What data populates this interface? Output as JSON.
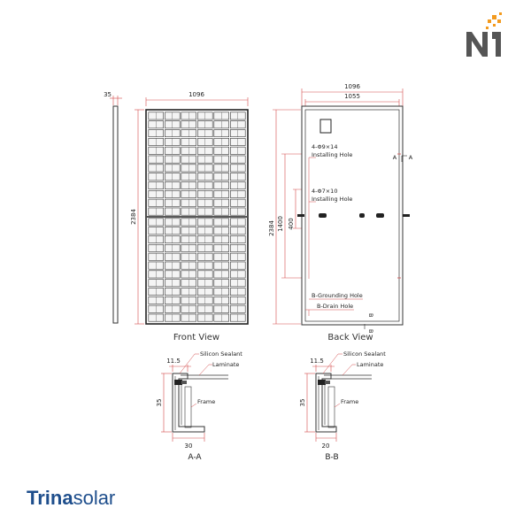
{
  "side": {
    "thickness": "35"
  },
  "front": {
    "width": "1096",
    "height": "2384",
    "title": "Front View"
  },
  "back": {
    "width_outer": "1096",
    "width_inner": "1055",
    "height": "2384",
    "hole_spacing": "1400",
    "lower_spacing": "400",
    "installing_hole_1_spec": "4-Φ9×14",
    "installing_hole_1_label": "Installing Hole",
    "installing_hole_2_spec": "4-Φ7×10",
    "installing_hole_2_label": "Installing Hole",
    "grounding_hole": "B-Grounding Hole",
    "drain_hole": "B-Drain Hole",
    "section_marker_a": "A",
    "section_marker_b": "B",
    "title": "Back View"
  },
  "section_aa": {
    "flange": "11.5",
    "height": "35",
    "width": "30",
    "silicon": "Silicon Sealant",
    "laminate": "Laminate",
    "frame": "Frame",
    "title": "A-A"
  },
  "section_bb": {
    "flange": "11.5",
    "height": "35",
    "width": "20",
    "silicon": "Silicon Sealant",
    "laminate": "Laminate",
    "frame": "Frame",
    "title": "B-B"
  },
  "brand": {
    "bold": "Trina",
    "light": "solar"
  },
  "colors": {
    "dimension": "#d24a4a",
    "outline": "#333333",
    "brand": "#1e4e8c",
    "logo_orange": "#f39a1e",
    "logo_gray": "#555555"
  }
}
